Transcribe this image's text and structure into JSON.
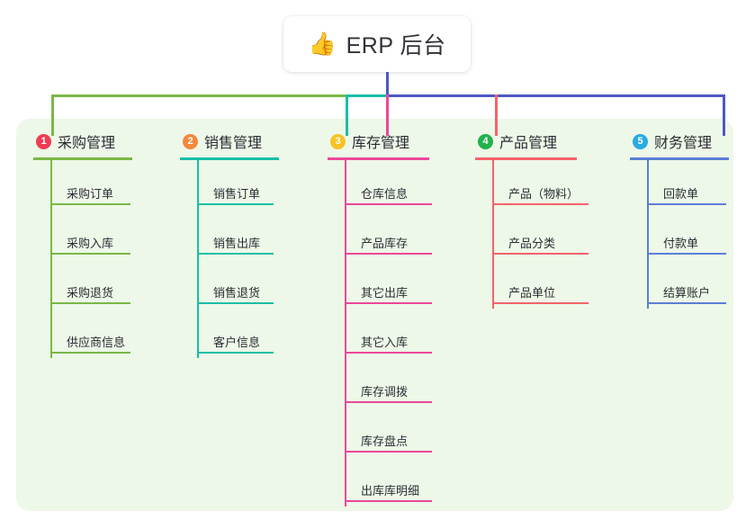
{
  "root": {
    "icon": "thumbs-up-icon",
    "emoji": "👍",
    "title": "ERP 后台"
  },
  "theme": {
    "panel_bg": "#edf8e8",
    "page_bg": "#ffffff",
    "stem_color": "#4e57c4",
    "bus_green": "#7ab845",
    "bus_teal": "#18bfa6",
    "bus_blue": "#4e57c4"
  },
  "columns": [
    {
      "number": "1",
      "title": "采购管理",
      "badge_color": "#ef3b54",
      "line_color": "#7ab845",
      "items": [
        "采购订单",
        "采购入库",
        "采购退货",
        "供应商信息"
      ]
    },
    {
      "number": "2",
      "title": "销售管理",
      "badge_color": "#f5883c",
      "line_color": "#18bfa6",
      "items": [
        "销售订单",
        "销售出库",
        "销售退货",
        "客户信息"
      ]
    },
    {
      "number": "3",
      "title": "库存管理",
      "badge_color": "#f7c325",
      "line_color": "#ec4899",
      "items": [
        "仓库信息",
        "产品库存",
        "其它出库",
        "其它入库",
        "库存调拨",
        "库存盘点",
        "出库库明细"
      ]
    },
    {
      "number": "4",
      "title": "产品管理",
      "badge_color": "#22b14c",
      "line_color": "#f4636a",
      "items": [
        "产品（物料）",
        "产品分类",
        "产品单位"
      ]
    },
    {
      "number": "5",
      "title": "财务管理",
      "badge_color": "#29abe2",
      "line_color": "#5b7fd4",
      "items": [
        "回款单",
        "付款单",
        "结算账户"
      ]
    }
  ]
}
